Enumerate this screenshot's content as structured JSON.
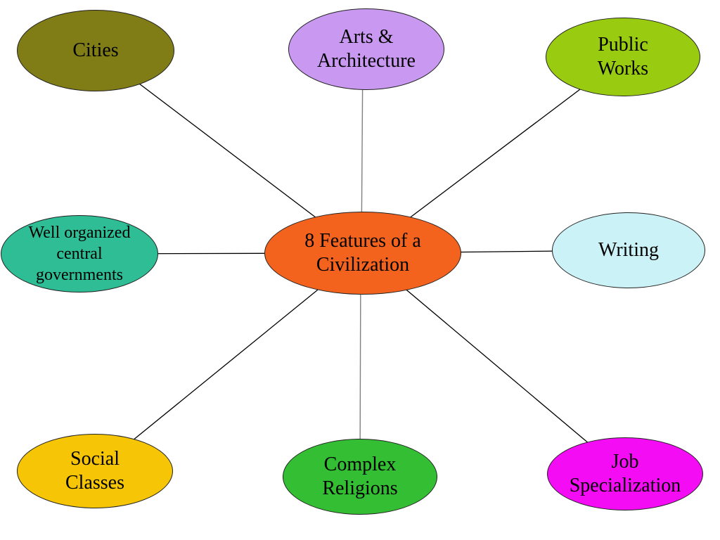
{
  "diagram": {
    "type": "concept-map",
    "background": "#ffffff",
    "text_color": "#000000",
    "connector_colors": {
      "diagonal_and_horizontal": "#000000",
      "vertical": "#808080"
    },
    "center": {
      "id": "center-topic",
      "lines": [
        "8 Features of a",
        "Civilization"
      ],
      "full_label": "8 Features of a Civilization",
      "fill": "#F4631E"
    },
    "nodes": [
      {
        "id": "cities",
        "lines": [
          "Cities"
        ],
        "full_label": "Cities",
        "fill": "#807C16"
      },
      {
        "id": "arts-architecture",
        "lines": [
          "Arts &",
          "Architecture"
        ],
        "full_label": "Arts & Architecture",
        "fill": "#C999F2"
      },
      {
        "id": "public-works",
        "lines": [
          "Public",
          "Works"
        ],
        "full_label": "Public Works",
        "fill": "#99CC11"
      },
      {
        "id": "central-governments",
        "lines": [
          "Well organized",
          "central",
          "governments"
        ],
        "full_label": "Well organized central governments",
        "fill": "#2EBD94"
      },
      {
        "id": "writing",
        "lines": [
          "Writing"
        ],
        "full_label": "Writing",
        "fill": "#CBF2F7"
      },
      {
        "id": "social-classes",
        "lines": [
          "Social",
          "Classes"
        ],
        "full_label": "Social Classes",
        "fill": "#F5C506"
      },
      {
        "id": "complex-religions",
        "lines": [
          "Complex",
          "Religions"
        ],
        "full_label": "Complex Religions",
        "fill": "#33BE33"
      },
      {
        "id": "job-specialization",
        "lines": [
          "Job",
          "Specialization"
        ],
        "full_label": "Job Specialization",
        "fill": "#F40DF4"
      }
    ]
  }
}
